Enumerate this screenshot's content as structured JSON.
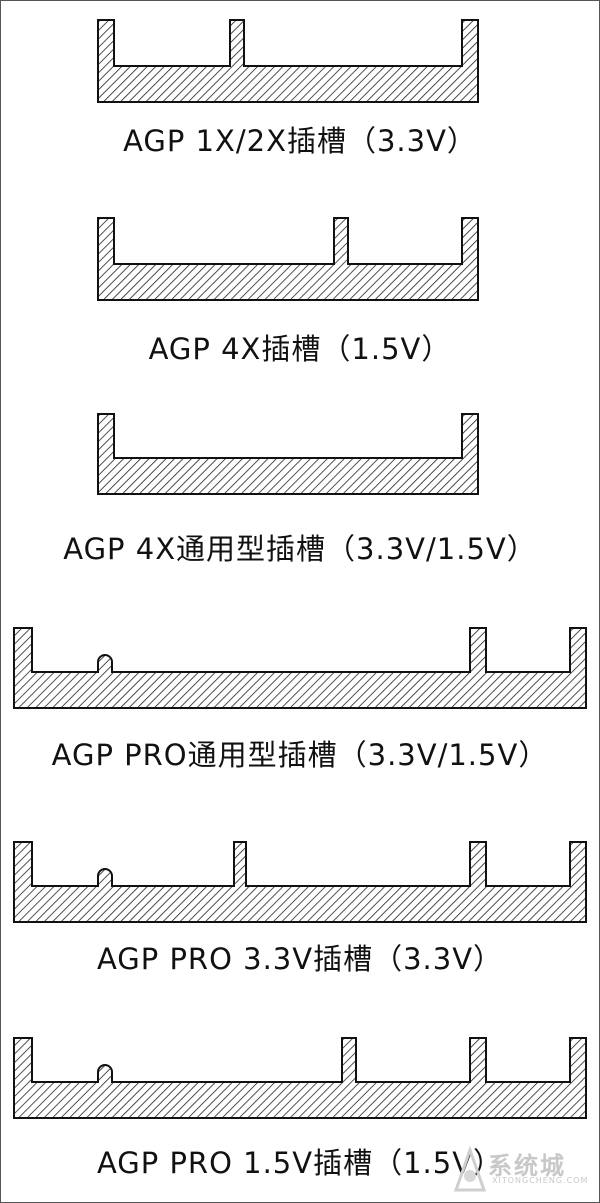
{
  "slots": [
    {
      "label": "AGP 1X/2X插槽（3.3V）"
    },
    {
      "label": "AGP 4X插槽（1.5V）"
    },
    {
      "label": "AGP 4X通用型插槽（3.3V/1.5V）"
    },
    {
      "label": "AGP PRO通用型插槽（3.3V/1.5V）"
    },
    {
      "label": "AGP PRO 3.3V插槽（3.3V）"
    },
    {
      "label": "AGP PRO 1.5V插槽（1.5V）"
    }
  ],
  "watermark": {
    "text": "系统城",
    "sub": "XITONGCHENG.COM"
  }
}
